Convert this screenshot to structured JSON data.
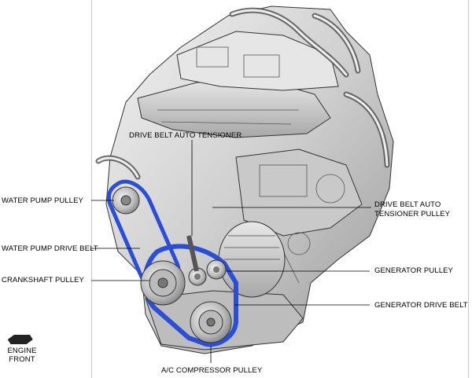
{
  "labels": {
    "drive_belt_auto_tensioner": "DRIVE BELT AUTO TENSIONER",
    "water_pump_pulley": "WATER PUMP PULLEY",
    "drive_belt_auto_tensioner_pulley_line1": "DRIVE BELT AUTO",
    "drive_belt_auto_tensioner_pulley_line2": "TENSIONER PULLEY",
    "water_pump_drive_belt": "WATER PUMP DRIVE BELT",
    "crankshaft_pulley": "CRANKSHAFT PULLEY",
    "generator_pulley": "GENERATOR PULLEY",
    "generator_drive_belt": "GENERATOR DRIVE BELT",
    "ac_compressor_pulley": "A/C COMPRESSOR PULLEY",
    "engine_front_line1": "ENGINE",
    "engine_front_line2": "FRONT"
  },
  "colors": {
    "belt": "#2a4fd6",
    "engine_fill": "#d6d6d6",
    "engine_stroke": "#333333",
    "leader": "#000000"
  },
  "icons": {
    "engine_front_arrow": "arrow-icon"
  }
}
